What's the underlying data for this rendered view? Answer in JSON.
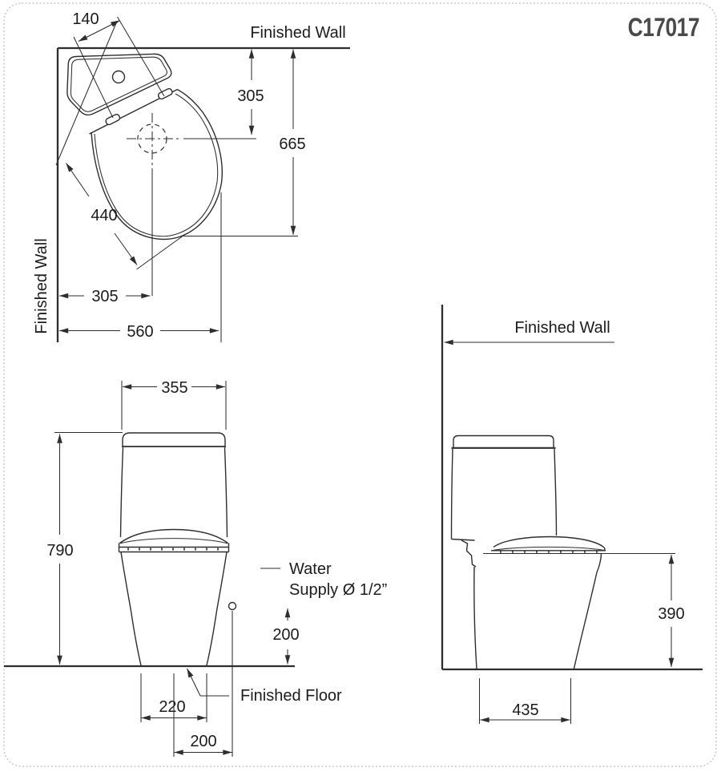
{
  "model_number": "C17017",
  "plan_view": {
    "finished_wall_top": "Finished Wall",
    "finished_wall_left": "Finished Wall",
    "dim_seat_hinge_spacing": "140",
    "dim_wall_to_drain_center": "305",
    "dim_wall_to_bowl_front": "665",
    "dim_seat_length": "440",
    "dim_sidewall_to_drain_center": "305",
    "dim_overall_width": "560"
  },
  "front_view": {
    "dim_tank_width": "355",
    "dim_overall_height": "790",
    "dim_supply_height": "200",
    "dim_base_width": "220",
    "dim_center_to_supply": "200",
    "water_supply_line1": "Water",
    "water_supply_line2": "Supply Ø 1/2”",
    "finished_floor": "Finished Floor"
  },
  "side_view": {
    "finished_wall": "Finished Wall",
    "dim_seat_height": "390",
    "dim_base_depth": "435"
  },
  "colors": {
    "line": "#2e2e2e",
    "text": "#1c1c1c",
    "model_text": "#4a4a4a",
    "border": "#c9c9c9",
    "background": "#ffffff"
  }
}
